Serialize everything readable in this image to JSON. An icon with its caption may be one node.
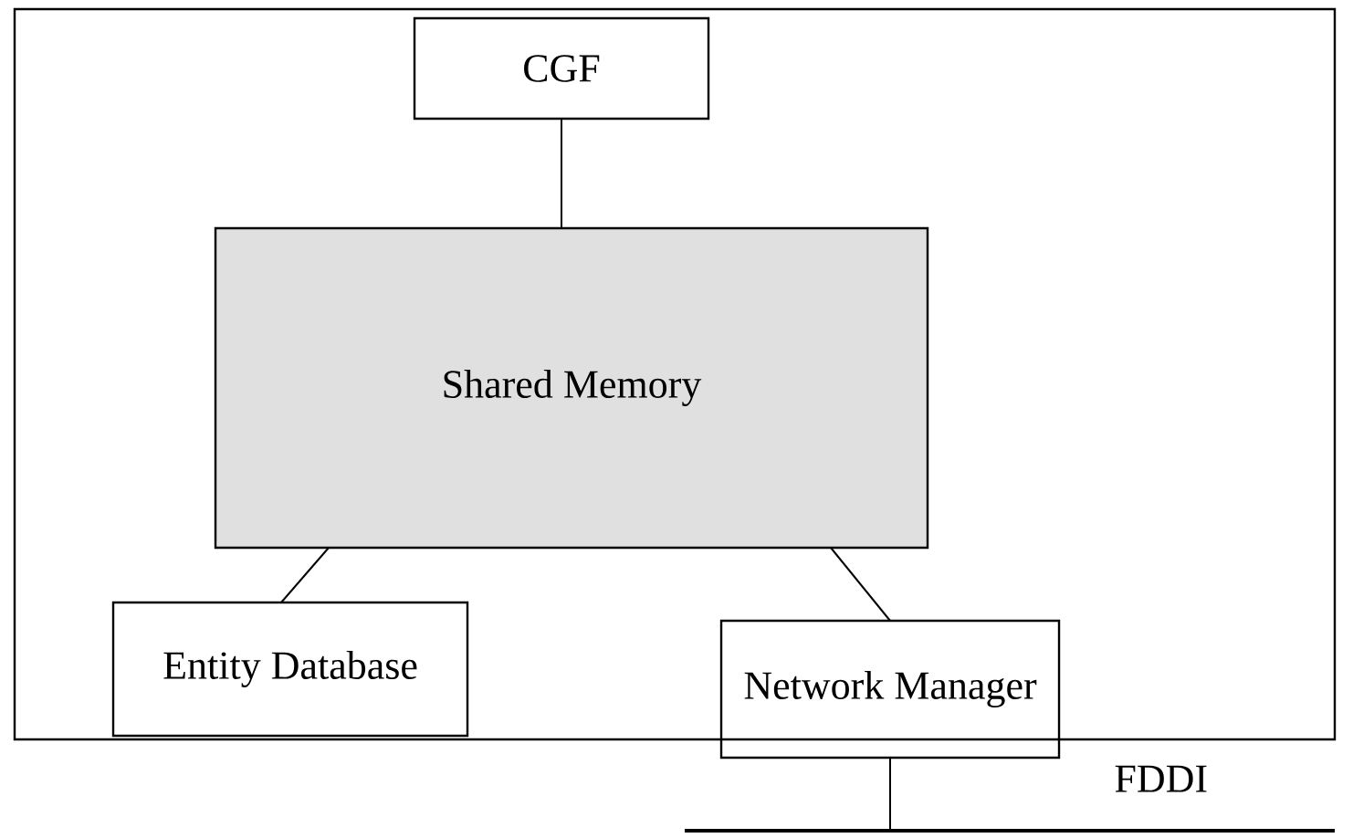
{
  "diagram": {
    "nodes": [
      {
        "text": [],
        "shape": "box"
      },
      {
        "text": [
          "CGF"
        ],
        "in": 0
      },
      {
        "text": [
          "Shared Memory"
        ],
        "in": 0
      },
      {
        "text": [
          "Entity Database"
        ],
        "in": 0
      },
      {
        "text": [
          "Network Manager"
        ]
      },
      {
        "text": [],
        "shape": "bar",
        "beside": [
          "FDDI"
        ]
      }
    ],
    "edges": [
      {
        "from": 1,
        "to": 2,
        "arrow": "none"
      },
      {
        "from": 2,
        "to": 3,
        "arrow": "none"
      },
      {
        "from": 2,
        "to": 4,
        "arrow": "none"
      },
      {
        "from": 4,
        "to": 5,
        "arrow": "none"
      }
    ]
  }
}
